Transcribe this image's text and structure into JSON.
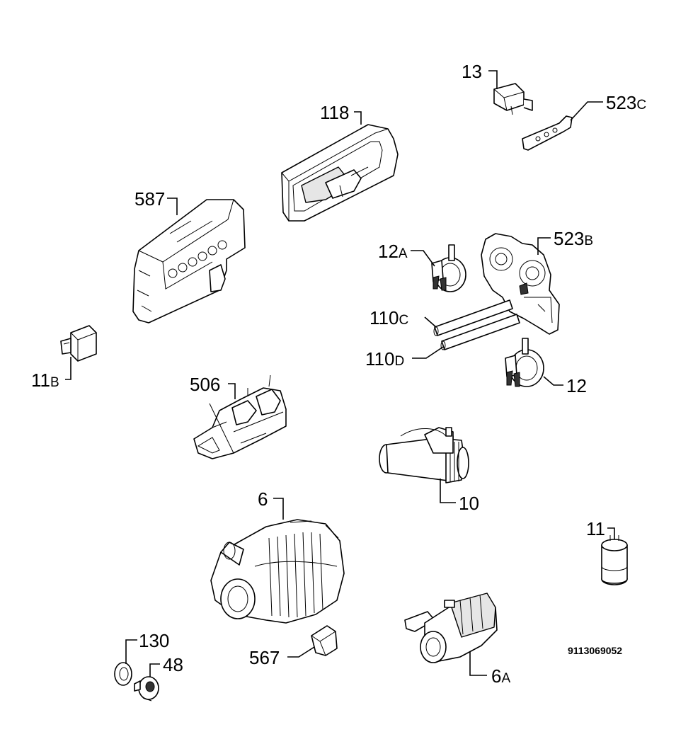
{
  "diagram": {
    "document_number": "9113069052",
    "labels": {
      "p13": "13",
      "p523c_num": "523",
      "p523c_suf": "C",
      "p118": "118",
      "p587": "587",
      "p523b_num": "523",
      "p523b_suf": "B",
      "p12a_num": "12",
      "p12a_suf": "A",
      "p110c_num": "110",
      "p110c_suf": "C",
      "p110d_num": "110",
      "p110d_suf": "D",
      "p12": "12",
      "p11b_num": "11",
      "p11b_suf": "B",
      "p506": "506",
      "p10": "10",
      "p6": "6",
      "p11": "11",
      "p130": "130",
      "p48": "48",
      "p567": "567",
      "p6a_num": "6",
      "p6a_suf": "A"
    }
  }
}
